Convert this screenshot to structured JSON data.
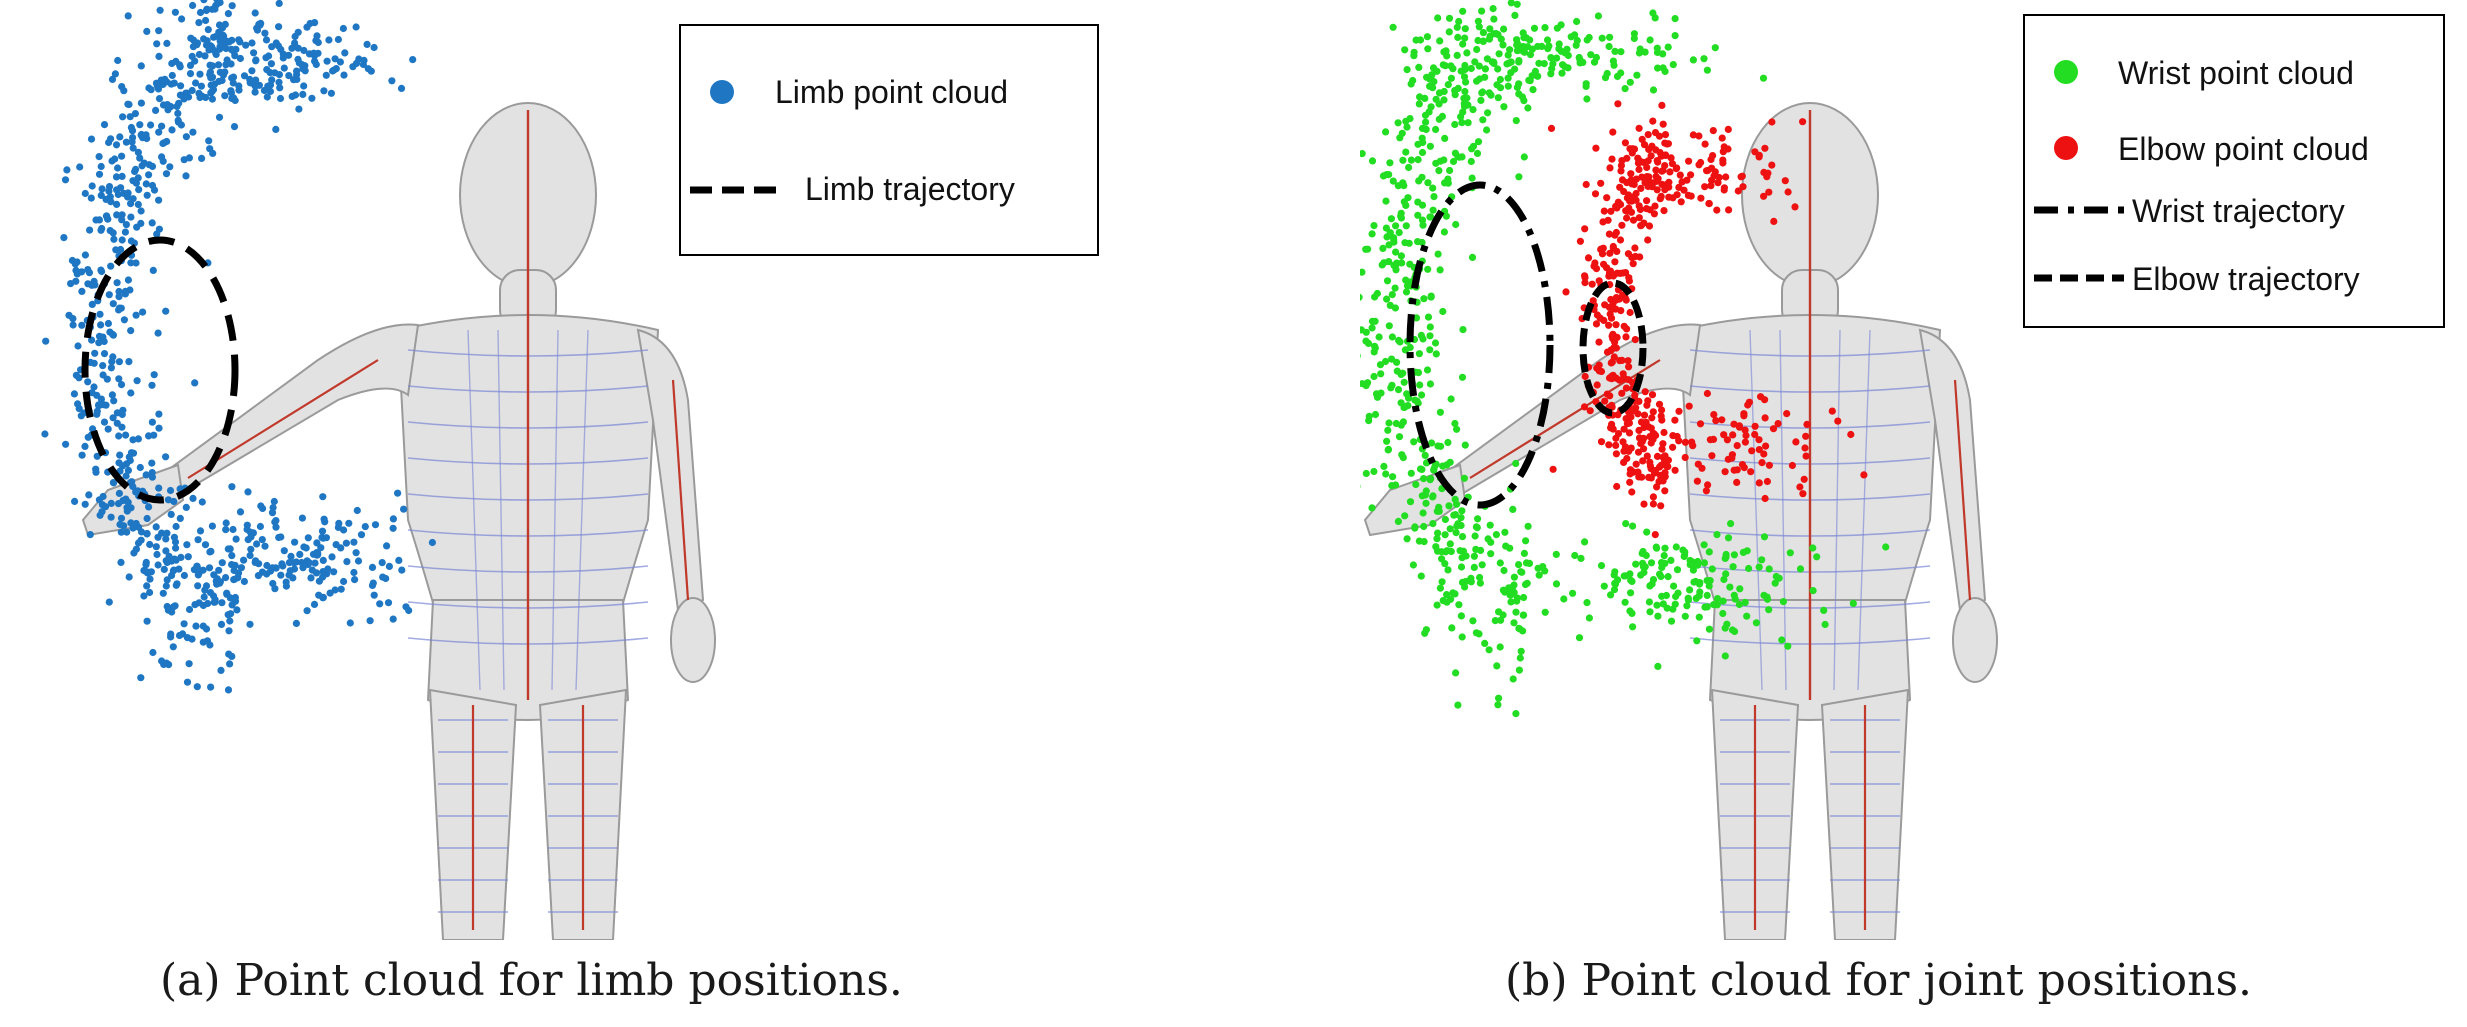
{
  "panels": [
    {
      "id": "a",
      "caption": "(a) Point cloud for limb positions.",
      "legend": [
        {
          "label": "Limb point cloud",
          "kind": "marker",
          "color": "#1f77c4"
        },
        {
          "label": "Limb trajectory",
          "kind": "dashed"
        }
      ]
    },
    {
      "id": "b",
      "caption": "(b) Point cloud for joint positions.",
      "legend": [
        {
          "label": "Wrist point cloud",
          "kind": "marker",
          "color": "#22dd22"
        },
        {
          "label": "Elbow point cloud",
          "kind": "marker",
          "color": "#ee1111"
        },
        {
          "label": "Wrist trajectory",
          "kind": "dashdot"
        },
        {
          "label": "Elbow trajectory",
          "kind": "dashed"
        }
      ]
    }
  ],
  "colors": {
    "limb": "#1f77c4",
    "wrist": "#22dd22",
    "elbow": "#ee1111",
    "mannequin": "#e2e2e2",
    "grid_blue": "#7a86d6",
    "seam_red": "#c0392b"
  }
}
